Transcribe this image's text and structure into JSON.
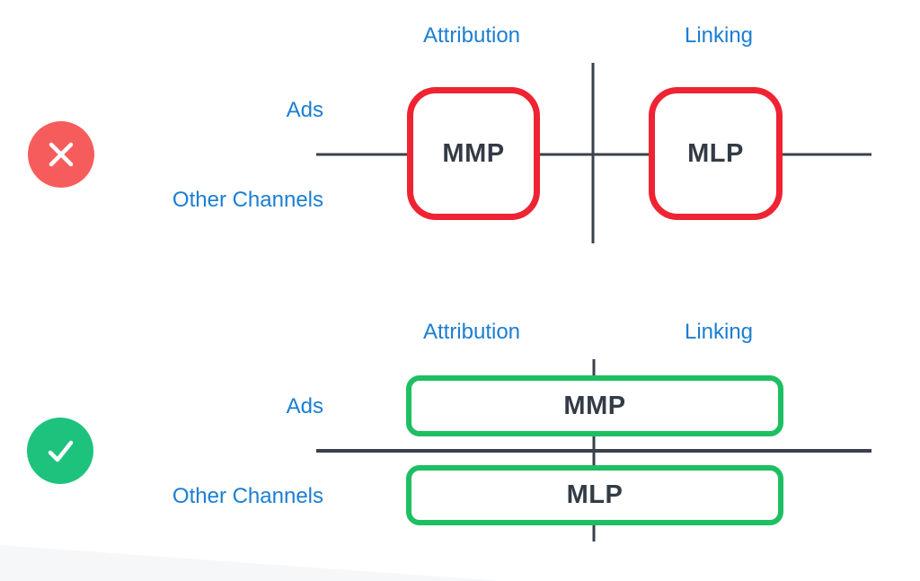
{
  "colors": {
    "background": "#ffffff",
    "label_blue": "#1b7ed3",
    "line_dark": "#3a414b",
    "error_box_red": "#ee2433",
    "error_circle_red": "#f75c5c",
    "success_box_green": "#1dbf62",
    "success_circle_green": "#1dc37d",
    "node_text_dark": "#333b46",
    "corner_wedge_gray": "#f6f7f9"
  },
  "bad_setup": {
    "status": "incorrect",
    "status_icon": "cross-icon",
    "column_labels": {
      "left": "Attribution",
      "right": "Linking"
    },
    "row_labels": {
      "top": "Ads",
      "bottom": "Other Channels"
    },
    "nodes": {
      "attribution": "MMP",
      "linking": "MLP"
    }
  },
  "good_setup": {
    "status": "correct",
    "status_icon": "check-icon",
    "column_labels": {
      "left": "Attribution",
      "right": "Linking"
    },
    "row_labels": {
      "top": "Ads",
      "bottom": "Other Channels"
    },
    "nodes": {
      "attribution": "MMP",
      "linking": "MLP"
    }
  }
}
